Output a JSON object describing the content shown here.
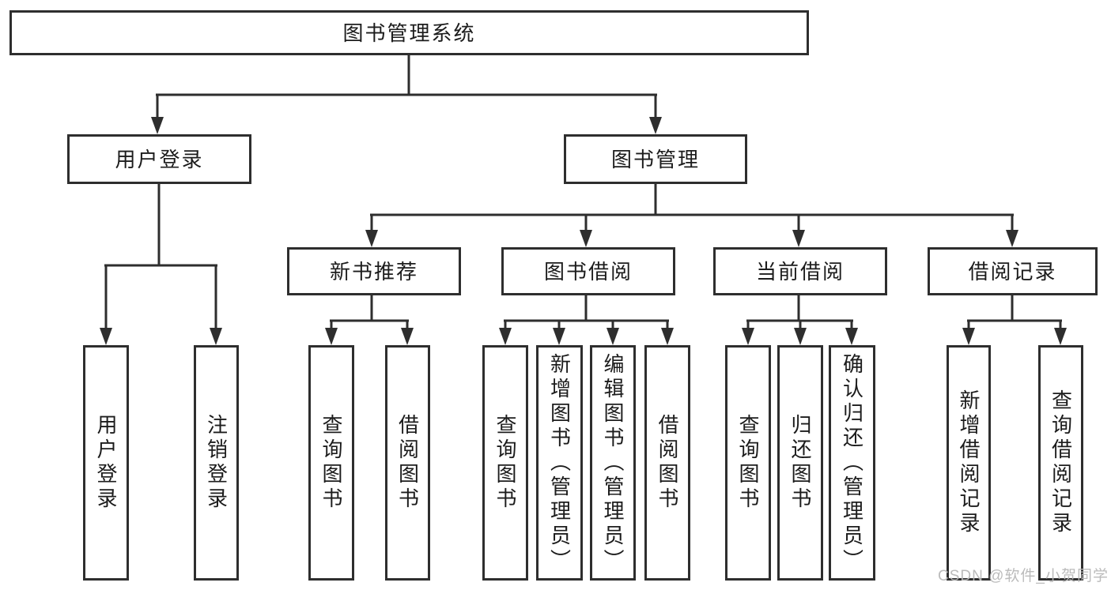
{
  "diagram_title": "图书管理系统",
  "colors": {
    "line": "#2e2e2e",
    "box_border": "#2e2e2e",
    "box_background": "#ffffff",
    "text": "#1c1c1c",
    "watermark": "#b7b7b7",
    "page_background": "#ffffff"
  },
  "nodes": {
    "root": "图书管理系统",
    "user_login": "用户登录",
    "book_mgmt": "图书管理",
    "new_book_rec": "新书推荐",
    "book_borrow": "图书借阅",
    "current_borrow": "当前借阅",
    "borrow_record": "借阅记录",
    "leaf_user_login": "用户登录",
    "leaf_logout": "注销登录",
    "leaf_nbr_query": "查询图书",
    "leaf_nbr_borrow": "借阅图书",
    "leaf_bb_query": "查询图书",
    "leaf_bb_add": "新增图书（管理员）",
    "leaf_bb_edit": "编辑图书（管理员）",
    "leaf_bb_borrow": "借阅图书",
    "leaf_cb_query": "查询图书",
    "leaf_cb_return": "归还图书",
    "leaf_cb_confirm": "确认归还（管理员）",
    "leaf_br_add": "新增借阅记录",
    "leaf_br_query": "查询借阅记录"
  },
  "hierarchy": {
    "图书管理系统": {
      "用户登录": [
        "用户登录",
        "注销登录"
      ],
      "图书管理": {
        "新书推荐": [
          "查询图书",
          "借阅图书"
        ],
        "图书借阅": [
          "查询图书",
          "新增图书（管理员）",
          "编辑图书（管理员）",
          "借阅图书"
        ],
        "当前借阅": [
          "查询图书",
          "归还图书",
          "确认归还（管理员）"
        ],
        "借阅记录": [
          "新增借阅记录",
          "查询借阅记录"
        ]
      }
    }
  },
  "watermark": "CSDN @软件_小贺同学"
}
